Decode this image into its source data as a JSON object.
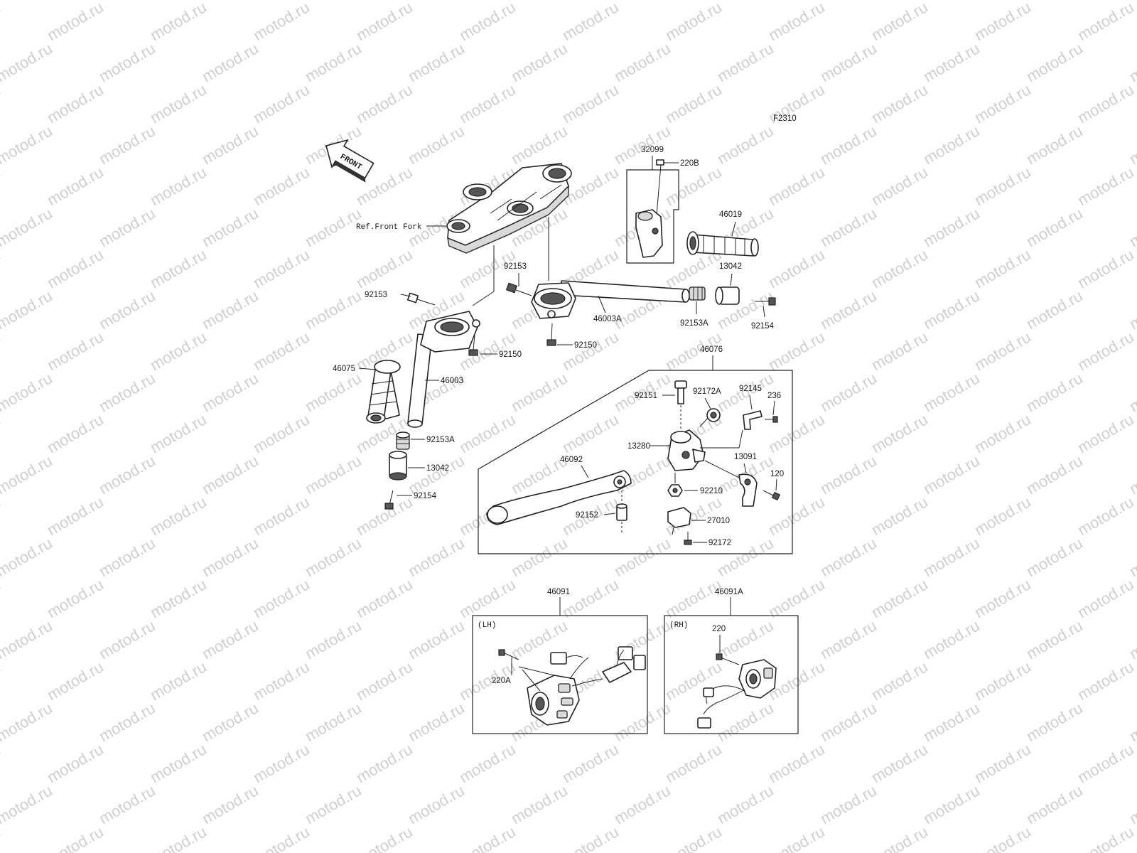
{
  "figure_code": "F2310",
  "front_label": "FRONT",
  "watermark_text": "motod.ru",
  "labels": {
    "l32099": "32099",
    "l220B": "220B",
    "l46019": "46019",
    "l13042_r": "13042",
    "l92153A_r": "92153A",
    "l92154_r": "92154",
    "l46003A": "46003A",
    "l92153_m": "92153",
    "l92150_r": "92150",
    "ref_front_fork": "Ref.Front Fork",
    "l92153_l": "92153",
    "l92150_l": "92150",
    "l46075": "46075",
    "l46003": "46003",
    "l92153A_l": "92153A",
    "l13042_l": "13042",
    "l92154_l": "92154",
    "l46076": "46076",
    "l92151": "92151",
    "l92172A": "92172A",
    "l92145": "92145",
    "l236": "236",
    "l13280": "13280",
    "l46092": "46092",
    "l13091": "13091",
    "l120": "120",
    "l92210": "92210",
    "l92152": "92152",
    "l27010": "27010",
    "l92172": "92172",
    "l46091": "46091",
    "lh": "(LH)",
    "l220A": "220A",
    "l46091A": "46091A",
    "rh": "(RH)",
    "l220": "220"
  }
}
